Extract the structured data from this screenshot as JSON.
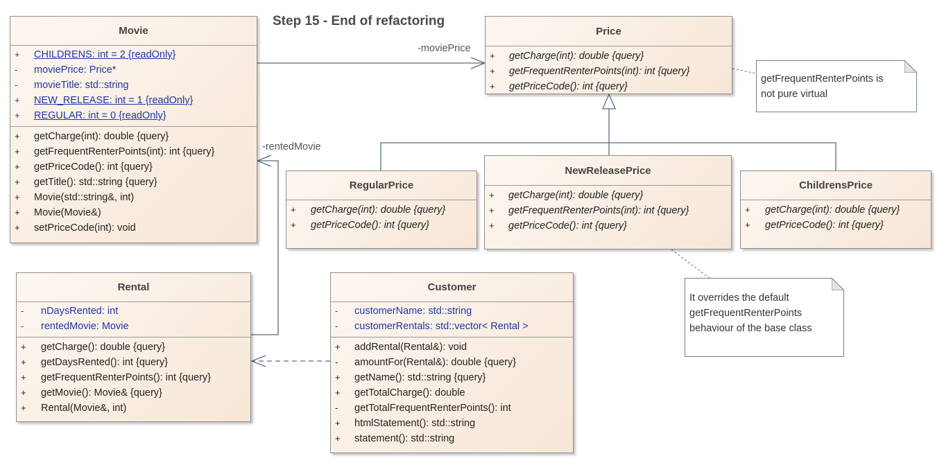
{
  "diagram_title": "Step 15 - End of refactoring",
  "classes": {
    "movie": {
      "name": "Movie",
      "attributes": [
        {
          "vis": "+",
          "text": "CHILDRENS: int = 2 {readOnly}"
        },
        {
          "vis": "-",
          "text": "moviePrice: Price*"
        },
        {
          "vis": "-",
          "text": "movieTitle: std::string"
        },
        {
          "vis": "+",
          "text": "NEW_RELEASE: int = 1 {readOnly}"
        },
        {
          "vis": "+",
          "text": "REGULAR: int = 0 {readOnly}"
        }
      ],
      "operations": [
        {
          "vis": "+",
          "text": "getCharge(int): double {query}"
        },
        {
          "vis": "+",
          "text": "getFrequentRenterPoints(int): int {query}"
        },
        {
          "vis": "+",
          "text": "getPriceCode(): int {query}"
        },
        {
          "vis": "+",
          "text": "getTitle(): std::string {query}"
        },
        {
          "vis": "+",
          "text": "Movie(std::string&, int)"
        },
        {
          "vis": "+",
          "text": "Movie(Movie&)"
        },
        {
          "vis": "+",
          "text": "setPriceCode(int): void"
        }
      ]
    },
    "price": {
      "name": "Price",
      "operations": [
        {
          "vis": "+",
          "text": "getCharge(int): double {query}"
        },
        {
          "vis": "+",
          "text": "getFrequentRenterPoints(int): int {query}"
        },
        {
          "vis": "+",
          "text": "getPriceCode(): int {query}"
        }
      ]
    },
    "regular_price": {
      "name": "RegularPrice",
      "operations": [
        {
          "vis": "+",
          "text": "getCharge(int): double {query}"
        },
        {
          "vis": "+",
          "text": "getPriceCode(): int {query}"
        }
      ]
    },
    "new_release_price": {
      "name": "NewReleasePrice",
      "operations": [
        {
          "vis": "+",
          "text": "getCharge(int): double {query}"
        },
        {
          "vis": "+",
          "text": "getFrequentRenterPoints(int): int {query}"
        },
        {
          "vis": "+",
          "text": "getPriceCode(): int {query}"
        }
      ]
    },
    "childrens_price": {
      "name": "ChildrensPrice",
      "operations": [
        {
          "vis": "+",
          "text": "getCharge(int): double {query}"
        },
        {
          "vis": "+",
          "text": "getPriceCode(): int {query}"
        }
      ]
    },
    "rental": {
      "name": "Rental",
      "attributes": [
        {
          "vis": "-",
          "text": "nDaysRented: int"
        },
        {
          "vis": "-",
          "text": "rentedMovie: Movie"
        }
      ],
      "operations": [
        {
          "vis": "+",
          "text": "getCharge(): double {query}"
        },
        {
          "vis": "+",
          "text": "getDaysRented(): int {query}"
        },
        {
          "vis": "+",
          "text": "getFrequentRenterPoints(): int {query}"
        },
        {
          "vis": "+",
          "text": "getMovie(): Movie& {query}"
        },
        {
          "vis": "+",
          "text": "Rental(Movie&, int)"
        }
      ]
    },
    "customer": {
      "name": "Customer",
      "attributes": [
        {
          "vis": "-",
          "text": "customerName: std::string"
        },
        {
          "vis": "-",
          "text": "customerRentals: std::vector< Rental >"
        }
      ],
      "operations": [
        {
          "vis": "+",
          "text": "addRental(Rental&): void"
        },
        {
          "vis": "-",
          "text": "amountFor(Rental&): double {query}"
        },
        {
          "vis": "+",
          "text": "getName(): std::string {query}"
        },
        {
          "vis": "+",
          "text": "getTotalCharge(): double"
        },
        {
          "vis": "-",
          "text": "getTotalFrequentRenterPoints(): int"
        },
        {
          "vis": "+",
          "text": "htmlStatement(): std::string"
        },
        {
          "vis": "+",
          "text": "statement(): std::string"
        }
      ]
    }
  },
  "notes": {
    "price_note": [
      "getFrequentRenterPoints is",
      "not pure virtual"
    ],
    "new_release_note": [
      "It overrides the default",
      "getFrequentRenterPoints",
      "behaviour of the base class"
    ]
  },
  "association_labels": {
    "movie_price": "-moviePrice",
    "rented_movie": "-rentedMovie"
  },
  "colors": {
    "attribute_text": "#1f36a6",
    "class_fill_start": "#fdf7f1",
    "class_fill_end": "#f6e6d6",
    "connector": "#5c6b82"
  }
}
